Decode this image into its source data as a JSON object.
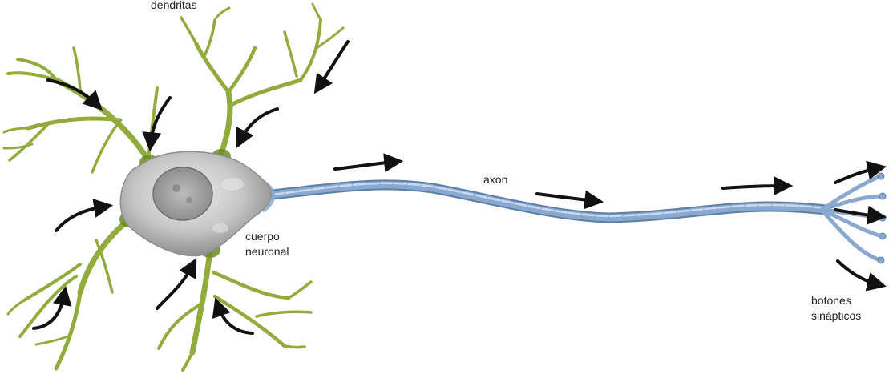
{
  "labels": {
    "dendrites": "dendritas",
    "axon": "axon",
    "cell_body": "cuerpo\nneuronal",
    "terminals": "botones\nsinápticos"
  },
  "colors": {
    "dendrite": "#93ab3c",
    "dendrite_dark": "#6c8c24",
    "soma": "#c8c8c8",
    "axon": "#8ba9cf",
    "axon_dark": "#5d7fa6",
    "arrow": "#111111"
  }
}
